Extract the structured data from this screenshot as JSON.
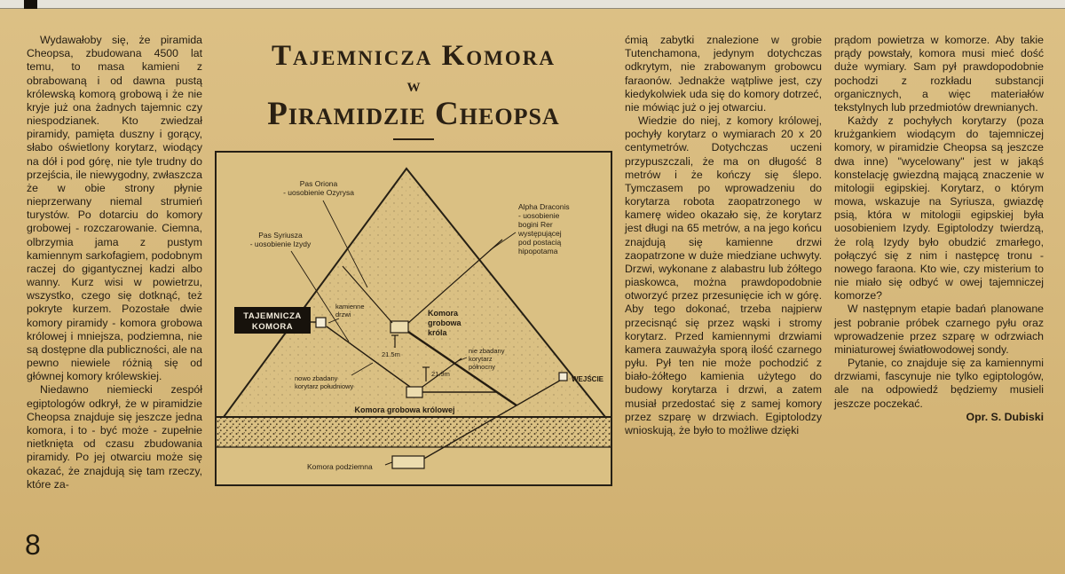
{
  "page": {
    "number": "8"
  },
  "title": {
    "line1": "Tajemnicza Komora",
    "line2": "w",
    "line3": "Piramidzie Cheopsa"
  },
  "article": {
    "col1": [
      "Wydawałoby się, że piramida Cheopsa, zbudowana 4500 lat temu, to masa kamieni z obrabowaną i od dawna pustą królewską komorą grobową i że nie kryje już ona żadnych tajemnic czy niespodzianek. Kto zwiedzał piramidy, pamięta duszny i gorący, słabo oświetlony korytarz, wiodący na dół i pod górę, nie tyle trudny do przejścia, ile niewygodny, zwłaszcza że w obie strony płynie nieprzerwany niemal strumień turystów. Po dotarciu do komory grobowej - rozczarowanie. Ciemna, olbrzymia jama z pustym kamiennym sarkofagiem, podobnym raczej do gigantycznej kadzi albo wanny. Kurz wisi w powietrzu, wszystko, czego się dotknąć, też pokryte kurzem. Pozostałe dwie komory piramidy - komora grobowa królowej i mniejsza, podziemna, nie są dostępne dla publiczności, ale na pewno niewiele różnią się od głównej komory królewskiej.",
      "Niedawno niemiecki zespół egiptologów odkrył, że w piramidzie Cheopsa znajduje się jeszcze jedna komora, i to - być może - zupełnie nietknięta od czasu zbudowania piramidy. Po jej otwarciu może się okazać, że znajdują się tam rzeczy, które za-"
    ],
    "col3": [
      "ćmią zabytki znalezione w grobie Tutenchamona, jedynym dotychczas odkrytym, nie zrabowanym grobowcu faraonów. Jednakże wątpliwe jest, czy kiedykolwiek uda się do komory dotrzeć, nie mówiąc już o jej otwarciu.",
      "Wiedzie do niej, z komory królowej, pochyły korytarz o wymiarach 20 x 20 centymetrów. Dotychczas uczeni przypuszczali, że ma on długość 8 metrów i że kończy się ślepo. Tymczasem po wprowadzeniu do korytarza robota zaopatrzonego w kamerę wideo okazało się, że korytarz jest długi na 65 metrów, a na jego końcu znajdują się kamienne drzwi zaopatrzone w duże miedziane uchwyty. Drzwi, wykonane z alabastru lub żółtego piaskowca, można prawdopodobnie otworzyć przez przesunięcie ich w górę. Aby tego dokonać, trzeba najpierw przecisnąć się przez wąski i stromy korytarz. Przed kamiennymi drzwiami kamera zauważyła sporą ilość czarnego pyłu. Pył ten nie może pochodzić z biało-żółtego kamienia użytego do budowy korytarza i drzwi, a zatem musiał przedostać się z samej komory przez szparę w drzwiach. Egiptolodzy wnioskują, że było to możliwe dzięki"
    ],
    "col4": [
      "prądom powietrza w komorze. Aby takie prądy powstały, komora musi mieć dość duże wymiary. Sam pył prawdopodobnie pochodzi z rozkładu substancji organicznych, a więc materiałów tekstylnych lub przedmiotów drewnianych.",
      "Każdy z pochyłych korytarzy (poza krużgankiem wiodącym do tajemniczej komory, w piramidzie Cheopsa są jeszcze dwa inne) \"wycelowany\" jest w jakąś konstelację gwiezdną mającą znaczenie w mitologii egipskiej. Korytarz, o którym mowa, wskazuje na Syriusza, gwiazdę psią, która w mitologii egipskiej była uosobieniem Izydy. Egiptolodzy twierdzą, że rolą Izydy było obudzić zmarłego, połączyć się z nim i następcę tronu - nowego faraona. Kto wie, czy misterium to nie miało się odbyć w owej tajemniczej komorze?",
      "W następnym etapie badań planowane jest pobranie próbek czarnego pyłu oraz wprowadzenie przez szparę w odrzwiach miniaturowej światłowodowej sondy.",
      "Pytanie, co znajduje się za kamiennymi drzwiami, fascynuje nie tylko egiptologów, ale na odpowiedź będziemy musieli jeszcze poczekać."
    ],
    "byline": "Opr. S. Dubiski"
  },
  "diagram": {
    "secret_chamber_box": {
      "line1": "TAJEMNICZA",
      "line2": "KOMORA"
    },
    "labels": {
      "orion_1": "Pas Oriona",
      "orion_2": "- uosobienie Ozyrysa",
      "sirius_1": "Pas Syriusza",
      "sirius_2": "- uosobienie Izydy",
      "draconis_1": "Alpha Draconis",
      "draconis_2": "- uosobienie",
      "draconis_3": "bogini Rer",
      "draconis_4": "występującej",
      "draconis_5": "pod postacią",
      "draconis_6": "hipopotama",
      "stone_door_1": "kamienne",
      "stone_door_2": "drzwi",
      "kings_chamber_1": "Komora",
      "kings_chamber_2": "grobowa",
      "kings_chamber_3": "króla",
      "measure_1": "21.5m",
      "measure_2": "21.9m",
      "north_corridor_1": "nie zbadany",
      "north_corridor_2": "korytarz",
      "north_corridor_3": "północny",
      "south_corridor_1": "nowo zbadany",
      "south_corridor_2": "korytarz południowy",
      "queens_chamber": "Komora grobowa królowej",
      "entrance": "WEJŚCIE",
      "underground_chamber": "Komora podziemna"
    }
  }
}
